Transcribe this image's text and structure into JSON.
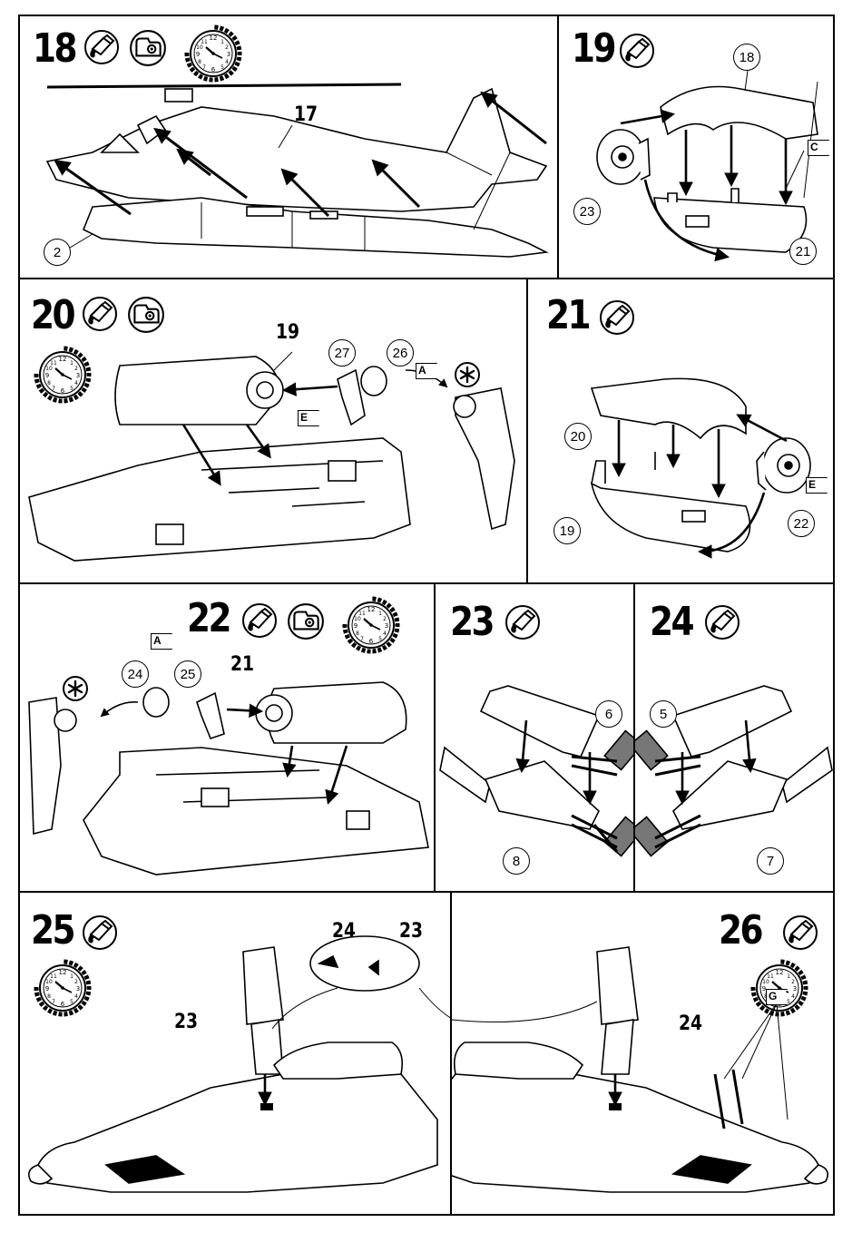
{
  "steps": {
    "s18": {
      "number": "18",
      "parts": {
        "fuselage": "17",
        "nose": "2"
      }
    },
    "s19": {
      "number": "19",
      "parts": {
        "top": "18",
        "fan": "23",
        "bottom": "21"
      },
      "flag": "C"
    },
    "s20": {
      "number": "20",
      "parts": {
        "nacelle": "19",
        "bracket": "27",
        "exhaust": "26"
      },
      "flag_a": "A",
      "flag_e": "E"
    },
    "s21": {
      "number": "21",
      "parts": {
        "top": "20",
        "bottom": "19",
        "fan": "22"
      },
      "flag": "E"
    },
    "s22": {
      "number": "22",
      "parts": {
        "exhaust": "24",
        "bracket": "25",
        "nacelle": "21"
      },
      "flag": "A"
    },
    "s23": {
      "number": "23",
      "parts": {
        "top": "6",
        "bottom": "8"
      }
    },
    "s24": {
      "number": "24",
      "parts": {
        "top": "5",
        "bottom": "7"
      }
    },
    "s25": {
      "number": "25",
      "parts": {
        "wing": "23"
      },
      "detail_left": "24",
      "detail_right": "23"
    },
    "s26": {
      "number": "26",
      "parts": {
        "wing": "24"
      },
      "flag": "G"
    }
  },
  "icons": [
    "glue-tube-icon",
    "decal-icon",
    "clock-icon",
    "asterisk-icon"
  ]
}
